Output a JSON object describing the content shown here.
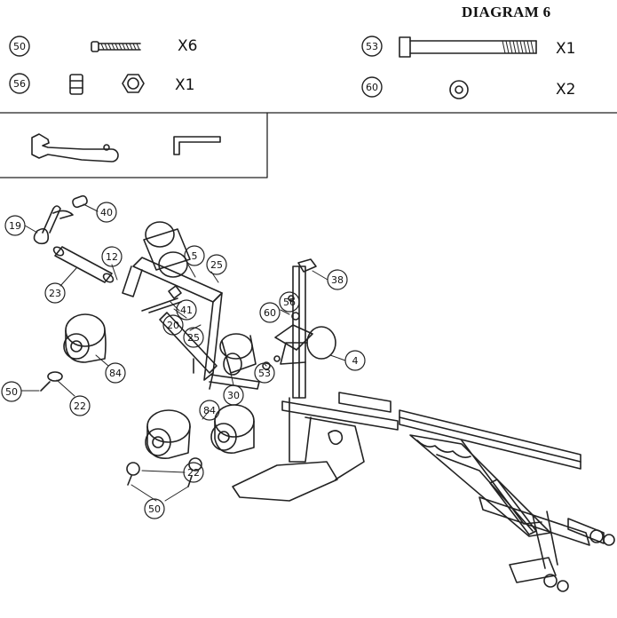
{
  "diagram_title": "DIAGRAM 6",
  "hardware": [
    {
      "part": "50",
      "qty": "X6",
      "icon": "screw"
    },
    {
      "part": "56",
      "qty": "X1",
      "icon": "nut"
    },
    {
      "part": "53",
      "qty": "X1",
      "icon": "bolt"
    },
    {
      "part": "60",
      "qty": "X2",
      "icon": "washer"
    }
  ],
  "tools": [
    "wrench-icon",
    "hex-key-icon"
  ],
  "callouts": [
    "19",
    "40",
    "12",
    "5",
    "25",
    "23",
    "41",
    "20",
    "25",
    "84",
    "50",
    "22",
    "38",
    "60",
    "56",
    "53",
    "4",
    "30",
    "84",
    "22",
    "50"
  ]
}
